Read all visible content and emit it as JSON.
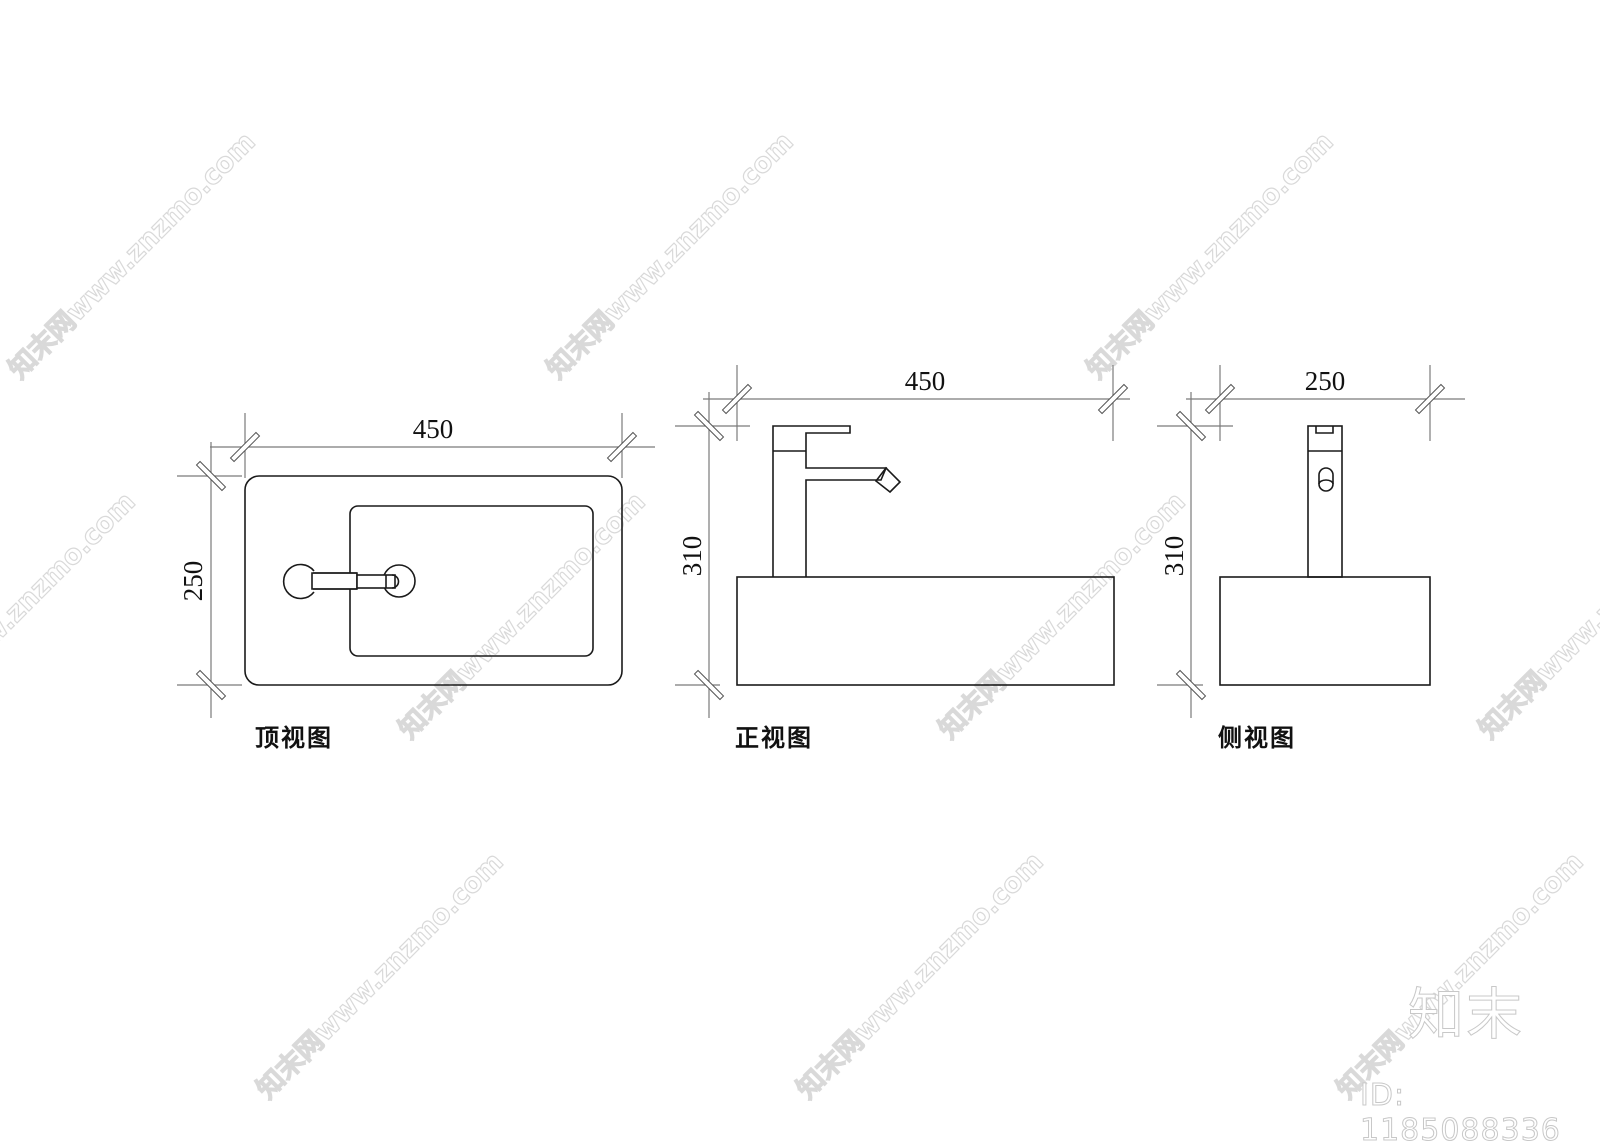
{
  "drawing": {
    "subject": "wall-mounted washbasin with faucet",
    "views": [
      {
        "id": "top",
        "label": "顶视图",
        "width_dim": "450",
        "height_dim": "250"
      },
      {
        "id": "front",
        "label": "正视图",
        "width_dim": "450",
        "height_dim": "310"
      },
      {
        "id": "side",
        "label": "侧视图",
        "width_dim": "250",
        "height_dim": "310"
      }
    ],
    "colors": {
      "line": "#1a1a1a",
      "dimension_line": "#7a7a7a",
      "watermark": "#d9d9d9",
      "background": "#ffffff"
    }
  },
  "watermark": {
    "text": "知末网www.znzmo.com"
  },
  "brand": {
    "logo": "知末",
    "id_text": "ID: 1185088336"
  }
}
